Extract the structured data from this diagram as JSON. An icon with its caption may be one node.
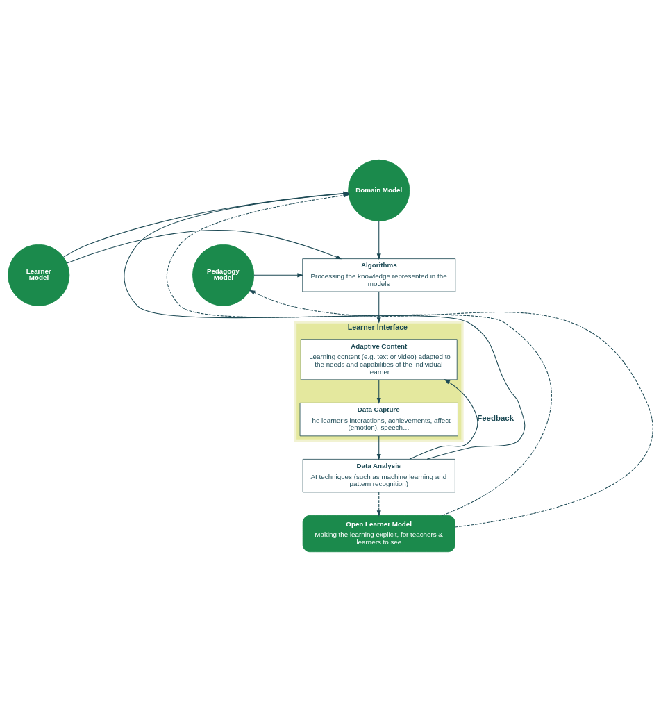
{
  "diagram": {
    "nodes": [
      {
        "text": [
          "Domain Model"
        ]
      },
      {
        "text": [
          "Pedagogy Model"
        ]
      },
      {
        "text": [
          "Algorithms",
          "Processing the knowledge represented in the models"
        ]
      },
      {
        "text": [
          "Learner Model"
        ]
      },
      {
        "text": [
          "Learner Interface"
        ]
      },
      {
        "text": [
          "Adaptive Content",
          "Learning content (e.g. text or video) adapted to the needs and capabilities of the individual learner"
        ],
        "in": 4
      },
      {
        "text": [
          "Data Capture",
          "The learner’s interactions, achievements, affect (emotion), speech…"
        ],
        "in": 4
      },
      {
        "text": [
          "Data Analysis",
          "AI techniques (such as machine learning and pattern recognition)"
        ]
      },
      {
        "text": [
          "Open Learner Model",
          "Making the learning explicit, for teachers & learners to see"
        ]
      }
    ],
    "edges": [
      {
        "from": 0,
        "to": 2,
        "arrow": "to"
      },
      {
        "from": 1,
        "to": 2,
        "arrow": "to"
      },
      {
        "from": 3,
        "to": 2,
        "arrow": "to"
      },
      {
        "from": 2,
        "to": 4,
        "arrow": "to"
      },
      {
        "from": 5,
        "to": 6,
        "arrow": "to"
      },
      {
        "from": 6,
        "to": 7,
        "arrow": "to"
      },
      {
        "from": 7,
        "to": 5,
        "arrow": "to",
        "label": "Feedback"
      },
      {
        "from": 7,
        "to": 0,
        "arrow": "to"
      },
      {
        "from": 3,
        "to": 0,
        "arrow": "to"
      },
      {
        "from": 7,
        "to": 8,
        "arrow": "to",
        "style": "dashed"
      },
      {
        "from": 8,
        "to": 0,
        "arrow": "to",
        "style": "dashed"
      },
      {
        "from": 8,
        "to": 1,
        "arrow": "to",
        "style": "dashed"
      }
    ]
  }
}
